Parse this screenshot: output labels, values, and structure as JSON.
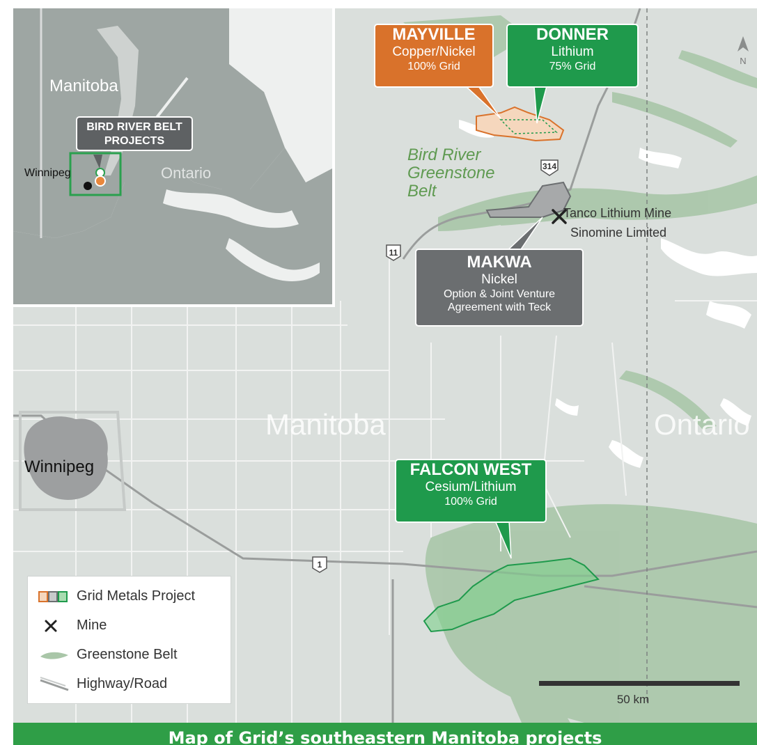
{
  "inset": {
    "province_left": "Manitoba",
    "province_right": "Ontario",
    "city": "Winnipeg",
    "callout": "BIRD RIVER BELT PROJECTS"
  },
  "map": {
    "belt_label": "Bird River Greenstone Belt",
    "highway_314": "314",
    "highway_11": "11",
    "highway_1": "1",
    "mine_name": "Tanco Lithium Mine",
    "mine_operator": "Sinomine Limited",
    "province_manitoba": "Manitoba",
    "province_ontario": "Ontario",
    "city": "Winnipeg",
    "north_label": "N",
    "scale_label": "50 km"
  },
  "projects": [
    {
      "name": "MAYVILLE",
      "commodity": "Copper/Nickel",
      "ownership": "100% Grid",
      "color": "#d9722b"
    },
    {
      "name": "DONNER",
      "commodity": "Lithium",
      "ownership": "75% Grid",
      "color": "#1f9a4c"
    },
    {
      "name": "MAKWA",
      "commodity": "Nickel",
      "ownership": "Option & Joint Venture",
      "ownership2": "Agreement with Teck",
      "color": "#6b6e70"
    },
    {
      "name": "FALCON WEST",
      "commodity": "Cesium/Lithium",
      "ownership": "100% Grid",
      "color": "#1f9a4c"
    }
  ],
  "legend": {
    "project": "Grid Metals Project",
    "mine": "Mine",
    "belt": "Greenstone Belt",
    "road": "Highway/Road"
  },
  "footer": "Map of Grid’s southeastern Manitoba projects",
  "colors": {
    "land": "#d9dedb",
    "greenstone": "#a9c6a8",
    "water": "#ffffff",
    "roads": "#ffffff",
    "footer": "#2f9e47"
  }
}
